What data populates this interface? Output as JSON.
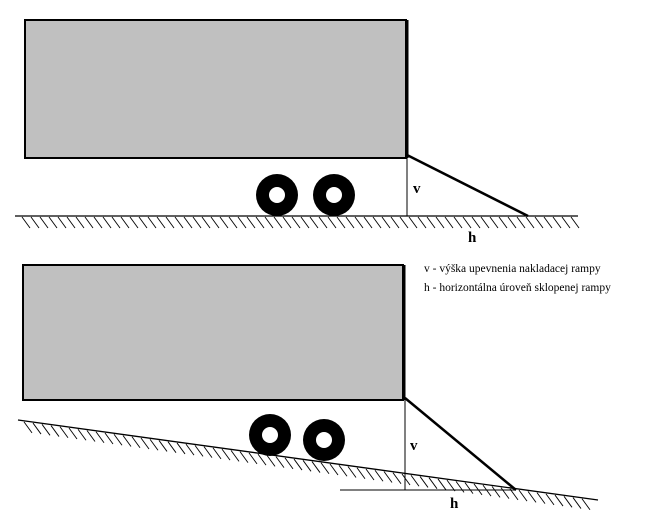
{
  "labels": {
    "v": "v",
    "h": "h"
  },
  "legend": {
    "v_line": "v - výška upevnenia nakladacej rampy",
    "h_line": "h - horizontálna úroveň sklopenej rampy"
  },
  "colors": {
    "truck_body": "#c0c0c0",
    "ink": "#000000",
    "background": "#ffffff"
  }
}
